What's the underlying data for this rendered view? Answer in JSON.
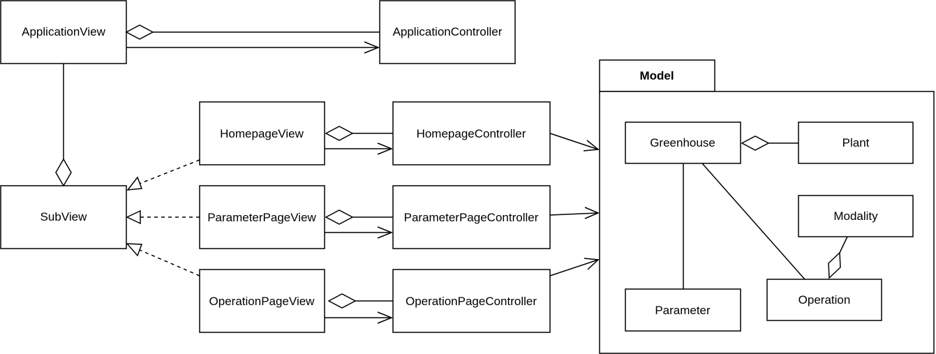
{
  "diagram": {
    "package_label": "Model",
    "classes": {
      "application_view": "ApplicationView",
      "application_controller": "ApplicationController",
      "subview": "SubView",
      "homepage_view": "HomepageView",
      "homepage_controller": "HomepageController",
      "parameter_page_view": "ParameterPageView",
      "parameter_page_controller": "ParameterPageController",
      "operation_page_view": "OperationPageView",
      "operation_page_controller": "OperationPageController",
      "greenhouse": "Greenhouse",
      "plant": "Plant",
      "modality": "Modality",
      "parameter": "Parameter",
      "operation": "Operation"
    }
  }
}
